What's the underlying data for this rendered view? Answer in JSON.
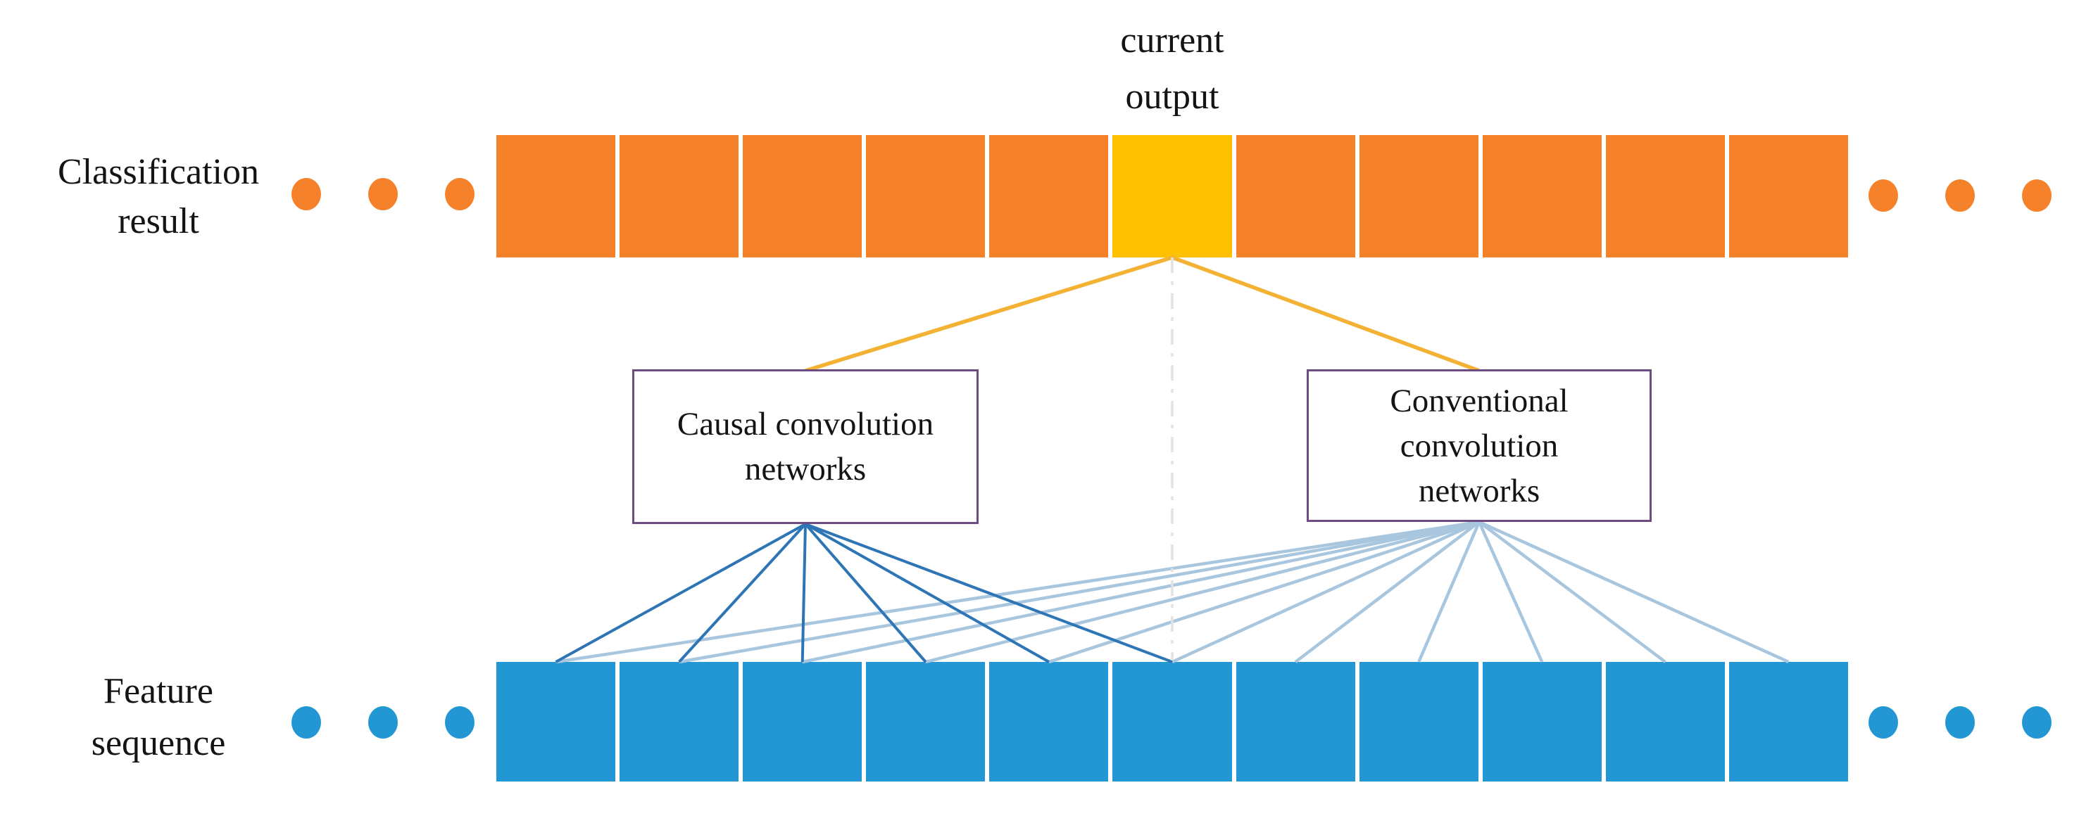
{
  "title": {
    "lines": [
      "current",
      "output"
    ]
  },
  "labels": {
    "classification": {
      "lines": [
        "Classification",
        "result"
      ]
    },
    "feature": {
      "lines": [
        "Feature",
        "sequence"
      ]
    }
  },
  "boxes": {
    "causal": {
      "lines": [
        "Causal convolution",
        "networks"
      ]
    },
    "conventional": {
      "lines": [
        "Conventional",
        "convolution",
        "networks"
      ]
    }
  },
  "rows": {
    "classification": {
      "cell_count": 11,
      "highlight_index": 5,
      "cell_color": "#F5822A",
      "highlight_color": "#FFC000"
    },
    "feature": {
      "cell_count": 11,
      "cell_color": "#2297D3"
    }
  },
  "ellipsis": {
    "dots_per_side": 3,
    "orange_color": "#F5822A",
    "blue_color": "#2297D3"
  },
  "connections": {
    "causal_receptive_field": [
      0,
      1,
      2,
      3,
      4,
      5
    ],
    "conventional_receptive_field": [
      0,
      1,
      2,
      3,
      4,
      5,
      6,
      7,
      8,
      9,
      10
    ],
    "causal_line_color": "#2E75B6",
    "conventional_line_color": "#A9C6DF",
    "output_line_color": "#F3B234",
    "dashed_line_color": "#E2E2E2",
    "box_border_color": "#6D4C82"
  }
}
